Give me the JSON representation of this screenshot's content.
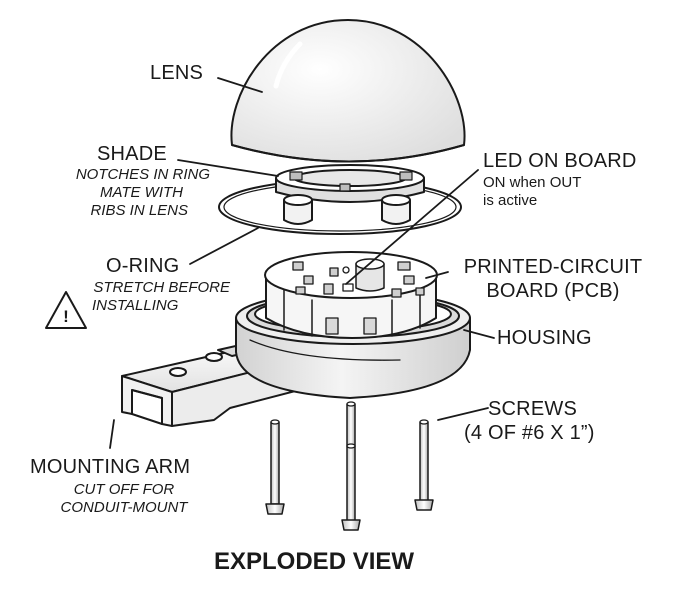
{
  "labels": {
    "lens": "LENS",
    "shade": "SHADE",
    "shade_note_1": "NOTCHES IN RING",
    "shade_note_2": "MATE WITH",
    "shade_note_3": "RIBS  IN LENS",
    "led": "LED ON BOARD",
    "led_note_1": "ON when OUT",
    "led_note_2": "is active",
    "oring": "O-RING",
    "oring_note_1": "STRETCH BEFORE",
    "oring_note_2": "INSTALLING",
    "warning_glyph": "!",
    "pcb_1": "PRINTED-CIRCUIT",
    "pcb_2": "BOARD (PCB)",
    "housing": "HOUSING",
    "screws_1": "SCREWS",
    "screws_2": "(4 OF #6 X 1”)",
    "arm": "MOUNTING ARM",
    "arm_note_1": "CUT OFF FOR",
    "arm_note_2": "CONDUIT-MOUNT"
  },
  "title": "EXPLODED VIEW",
  "colors": {
    "line": "#1a1a1a",
    "part_fill": "#ffffff",
    "shade_grey": "#d6d6d6"
  }
}
